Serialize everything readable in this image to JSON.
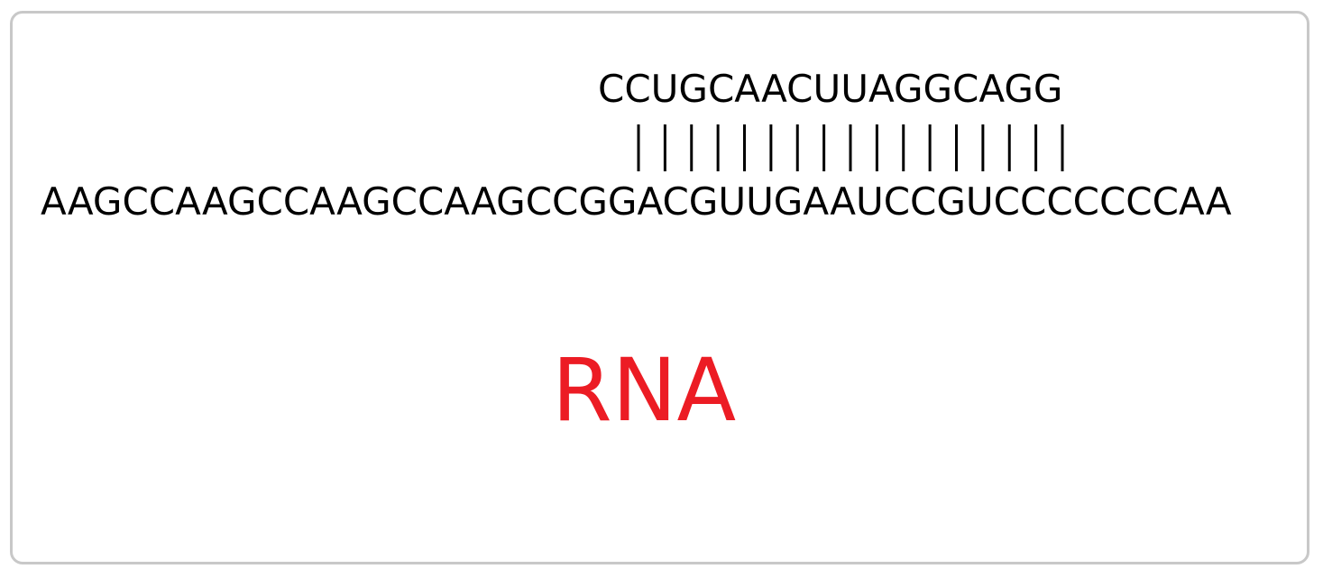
{
  "probe_sequence": "CCUGCAACUUAGGCAGG",
  "target_sequence": "AAGCCAAGCCAAGCCAAGCCGGACGUUGAAUCCGUCCCCCCCAA",
  "pair_count": 17,
  "molecule_label": "RNA",
  "colors": {
    "label": "#ec1c24",
    "text": "#000000",
    "frame_border": "#c8c8c8"
  }
}
